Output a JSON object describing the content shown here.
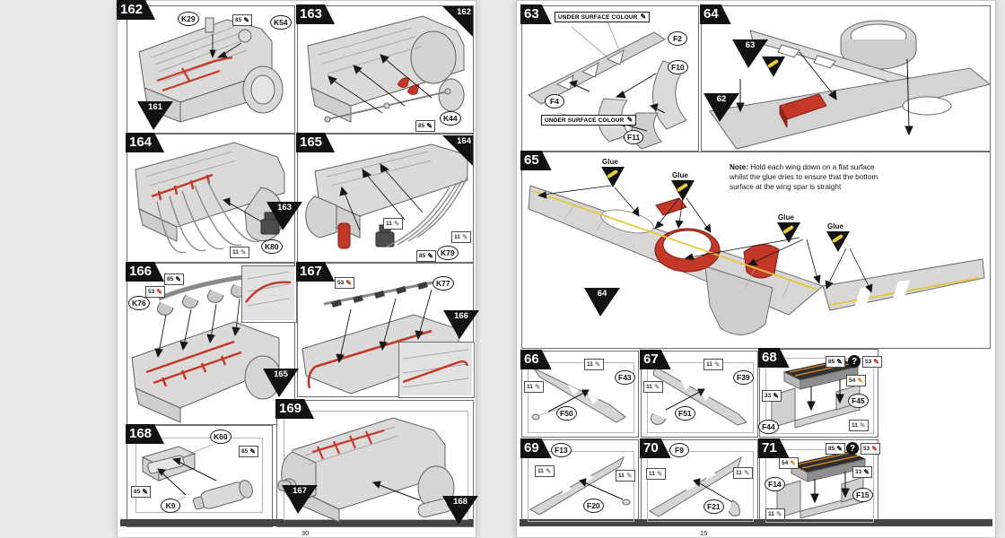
{
  "document_type": "model kit assembly instructions spread",
  "icons": {
    "brush": "✎",
    "query": "?"
  },
  "colors": {
    "accent_red": "#c4382a",
    "glue_yellow": "#e8cc3a",
    "chip_red": "#c62f20",
    "chip_orange": "#dd8a2e"
  },
  "pages": [
    {
      "page_number": "30",
      "steps": [
        {
          "number": "162",
          "refs": [
            "161"
          ],
          "callouts": [
            "K29",
            "K54"
          ],
          "chips": [
            "85"
          ]
        },
        {
          "number": "163",
          "refs": [
            "162"
          ],
          "callouts": [
            "K44"
          ],
          "chips": [
            "85"
          ]
        },
        {
          "number": "164",
          "refs": [
            "163"
          ],
          "callouts": [
            "K80"
          ],
          "chips": [
            "11"
          ]
        },
        {
          "number": "165",
          "refs": [
            "164"
          ],
          "callouts": [
            "K79"
          ],
          "chips": [
            "11",
            "11",
            "85"
          ]
        },
        {
          "number": "166",
          "refs": [
            "165"
          ],
          "callouts": [
            "K76"
          ],
          "chips": [
            "85",
            "53"
          ]
        },
        {
          "number": "167",
          "refs": [
            "166"
          ],
          "callouts": [
            "K77"
          ],
          "chips": [
            "53"
          ]
        },
        {
          "number": "168",
          "refs": [],
          "callouts": [
            "K60",
            "K9"
          ],
          "chips": [
            "85",
            "85"
          ]
        },
        {
          "number": "169",
          "refs": [
            "167",
            "168"
          ],
          "callouts": [],
          "chips": []
        }
      ]
    },
    {
      "page_number": "15",
      "steps": [
        {
          "number": "63",
          "refs": [],
          "callouts": [
            "F2",
            "F10",
            "F4",
            "F11"
          ],
          "surface_labels": [
            "UNDER SURFACE COLOUR",
            "UNDER SURFACE COLOUR"
          ]
        },
        {
          "number": "64",
          "refs": [
            "63",
            "62"
          ]
        },
        {
          "number": "65",
          "refs": [
            "64"
          ],
          "glue_labels": [
            "Glue",
            "Glue",
            "Glue",
            "Glue"
          ],
          "note_bold": "Note:",
          "note_text": " Hold each wing down on a flat surface whilst the glue dries to ensure that the bottom surface at the wing spar is straight"
        },
        {
          "number": "66",
          "callouts": [
            "F43",
            "F50"
          ],
          "chips": [
            "11",
            "11"
          ]
        },
        {
          "number": "67",
          "callouts": [
            "F39",
            "F51"
          ],
          "chips": [
            "11",
            "11"
          ]
        },
        {
          "number": "68",
          "callouts": [
            "F45",
            "F44"
          ],
          "chips": [
            "85",
            "53",
            "54",
            "33",
            "11"
          ],
          "query": "?"
        },
        {
          "number": "69",
          "callouts": [
            "F13",
            "F20"
          ],
          "chips": [
            "11",
            "11"
          ]
        },
        {
          "number": "70",
          "callouts": [
            "F9",
            "F21"
          ],
          "chips": [
            "11",
            "11"
          ]
        },
        {
          "number": "71",
          "callouts": [
            "F14",
            "F15"
          ],
          "chips": [
            "85",
            "53",
            "54",
            "33",
            "11"
          ],
          "query": "?"
        }
      ]
    }
  ]
}
